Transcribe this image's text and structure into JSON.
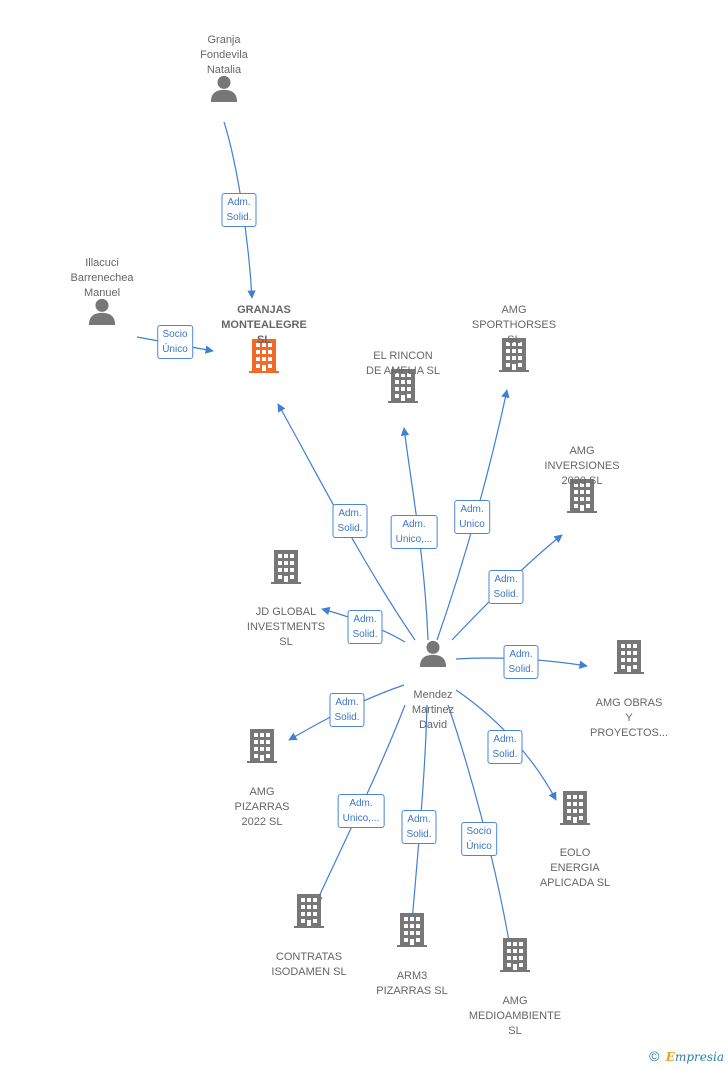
{
  "colors": {
    "edge": "#3f7fd4",
    "company": "#777777",
    "focus_company": "#f26a2a",
    "person": "#777777"
  },
  "nodes": [
    {
      "id": "granja",
      "kind": "person",
      "lines": [
        "Granja",
        "Fondevila",
        "Natalia"
      ]
    },
    {
      "id": "illacuci",
      "kind": "person",
      "lines": [
        "Illacuci",
        "Barrenechea",
        "Manuel"
      ]
    },
    {
      "id": "granjas",
      "kind": "company-focus",
      "lines": [
        "GRANJAS",
        "MONTEALEGRE",
        "SL"
      ]
    },
    {
      "id": "rincon",
      "kind": "company",
      "lines": [
        "EL RINCON",
        "DE AMELIA  SL"
      ]
    },
    {
      "id": "sporthorses",
      "kind": "company",
      "lines": [
        "AMG",
        "SPORTHORSES",
        "SL"
      ]
    },
    {
      "id": "inversiones",
      "kind": "company",
      "lines": [
        "AMG",
        "INVERSIONES",
        "2020  SL"
      ]
    },
    {
      "id": "jdglobal",
      "kind": "company",
      "lines": [
        "JD GLOBAL",
        "INVESTMENTS",
        "SL"
      ]
    },
    {
      "id": "mendez",
      "kind": "person",
      "lines": [
        "Mendez",
        "Martinez",
        "David"
      ]
    },
    {
      "id": "obras",
      "kind": "company",
      "lines": [
        "AMG OBRAS",
        "Y",
        "PROYECTOS..."
      ]
    },
    {
      "id": "pizarras2022",
      "kind": "company",
      "lines": [
        "AMG",
        "PIZARRAS",
        "2022  SL"
      ]
    },
    {
      "id": "eolo",
      "kind": "company",
      "lines": [
        "EOLO",
        "ENERGIA",
        "APLICADA  SL"
      ]
    },
    {
      "id": "contratas",
      "kind": "company",
      "lines": [
        "CONTRATAS",
        "ISODAMEN  SL"
      ]
    },
    {
      "id": "arm3",
      "kind": "company",
      "lines": [
        "ARM3",
        "PIZARRAS  SL"
      ]
    },
    {
      "id": "medioambiente",
      "kind": "company",
      "lines": [
        "AMG",
        "MEDIOAMBIENTE",
        "SL"
      ]
    }
  ],
  "edges": [
    {
      "from": "granja",
      "to": "granjas",
      "lines": [
        "Adm.",
        "Solid."
      ]
    },
    {
      "from": "illacuci",
      "to": "granjas",
      "lines": [
        "Socio",
        "Único"
      ]
    },
    {
      "from": "mendez",
      "to": "granjas",
      "lines": [
        "Adm.",
        "Solid."
      ]
    },
    {
      "from": "mendez",
      "to": "rincon",
      "lines": [
        "Adm.",
        "Unico,..."
      ]
    },
    {
      "from": "mendez",
      "to": "sporthorses",
      "lines": [
        "Adm.",
        "Unico"
      ]
    },
    {
      "from": "mendez",
      "to": "inversiones",
      "lines": [
        "Adm.",
        "Solid."
      ]
    },
    {
      "from": "mendez",
      "to": "jdglobal",
      "lines": [
        "Adm.",
        "Solid."
      ]
    },
    {
      "from": "mendez",
      "to": "obras",
      "lines": [
        "Adm.",
        "Solid."
      ]
    },
    {
      "from": "mendez",
      "to": "pizarras2022",
      "lines": [
        "Adm.",
        "Solid."
      ]
    },
    {
      "from": "mendez",
      "to": "eolo",
      "lines": [
        "Adm.",
        "Solid."
      ]
    },
    {
      "from": "mendez",
      "to": "contratas",
      "lines": [
        "Adm.",
        "Unico,..."
      ]
    },
    {
      "from": "mendez",
      "to": "arm3",
      "lines": [
        "Adm.",
        "Solid."
      ]
    },
    {
      "from": "mendez",
      "to": "medioambiente",
      "lines": [
        "Socio",
        "Único"
      ]
    }
  ],
  "footer": {
    "copyright": "©",
    "brand_initial": "E",
    "brand_rest": "mpresia"
  }
}
